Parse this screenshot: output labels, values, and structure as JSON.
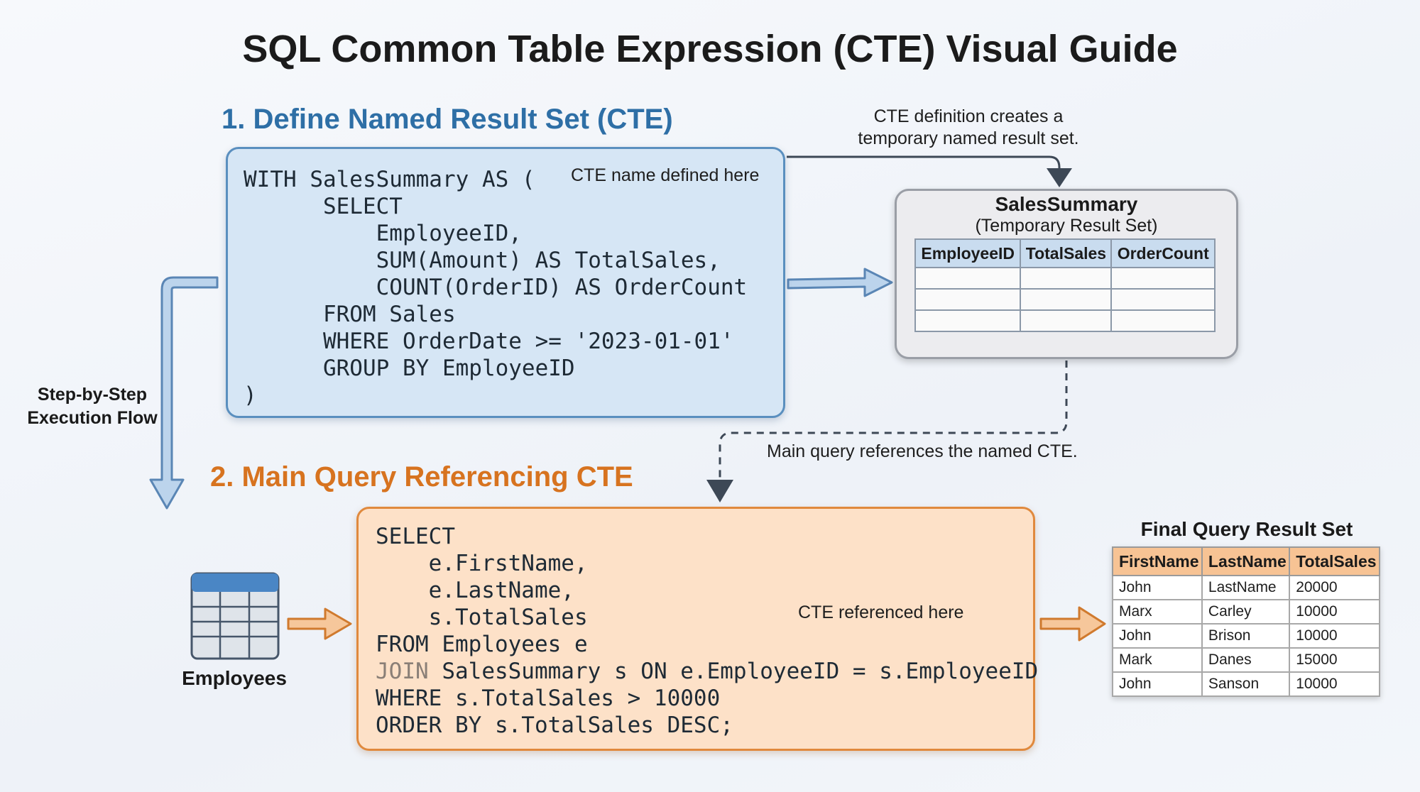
{
  "title": "SQL Common Table Expression (CTE) Visual Guide",
  "section1": {
    "title": "1. Define Named Result Set (CTE)",
    "code_lines": [
      "WITH SalesSummary AS (",
      "      SELECT",
      "          EmployeeID,",
      "          SUM(Amount) AS TotalSales,",
      "          COUNT(OrderID) AS OrderCount",
      "      FROM Sales",
      "      WHERE OrderDate >= '2023-01-01'",
      "      GROUP BY EmployeeID",
      ")"
    ],
    "inline_note": "CTE name defined here"
  },
  "definition_note": {
    "line1": "CTE definition creates a",
    "line2": "temporary named result set."
  },
  "temp_result": {
    "title": "SalesSummary",
    "subtitle": "(Temporary Result Set)",
    "columns": [
      "EmployeeID",
      "TotalSales",
      "OrderCount"
    ]
  },
  "reference_note": "Main query references the named CTE.",
  "flow_label": {
    "line1": "Step-by-Step",
    "line2": "Execution Flow"
  },
  "section2": {
    "title": "2. Main Query Referencing CTE",
    "code_lines": [
      "SELECT",
      "    e.FirstName,",
      "    e.LastName,",
      "    s.TotalSales",
      "FROM Employees e",
      "SalesSummary s ON e.EmployeeID = s.EmployeeID",
      "WHERE s.TotalSales > 10000",
      "ORDER BY s.TotalSales DESC;"
    ],
    "join_keyword": "JOIN",
    "inline_note": "CTE referenced here"
  },
  "employees_label": "Employees",
  "final_result": {
    "title": "Final Query Result Set",
    "columns": [
      "FirstName",
      "LastName",
      "TotalSales"
    ],
    "rows": [
      [
        "John",
        "LastName",
        "20000"
      ],
      [
        "Marx",
        "Carley",
        "10000"
      ],
      [
        "John",
        "Brison",
        "10000"
      ],
      [
        "Mark",
        "Danes",
        "15000"
      ],
      [
        "John",
        "Sanson",
        "10000"
      ]
    ]
  },
  "colors": {
    "section1_accent": "#2e6fa6",
    "section2_accent": "#d7731f",
    "cte_box_fill": "#d6e6f5",
    "main_box_fill": "#fde1c8"
  }
}
